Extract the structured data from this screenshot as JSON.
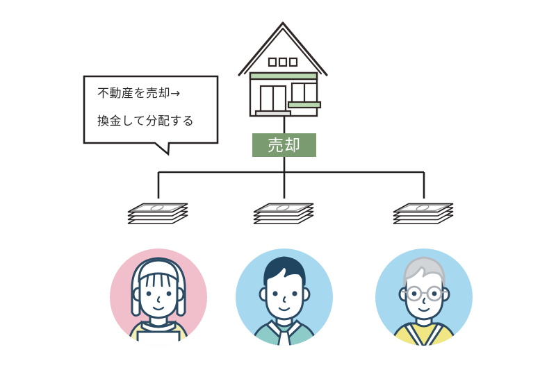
{
  "diagram": {
    "title": "real-estate-sale-distribution",
    "callout": {
      "line1": "不動産を売却→",
      "line2": "換金して分配する"
    },
    "badge": {
      "label": "売却"
    },
    "house": {
      "name": "house-illustration",
      "accent_color": "#b9d8b0",
      "outline_color": "#2e2725",
      "step_color": "#e4e4e4"
    },
    "money_stacks": [
      {
        "name": "money-stack-1",
        "label": ""
      },
      {
        "name": "money-stack-2",
        "label": ""
      },
      {
        "name": "money-stack-3",
        "label": ""
      }
    ],
    "heirs": [
      {
        "name": "heir-woman",
        "bg_color": "#f0bfcb",
        "hair_color": "#ffffff",
        "clothing_color": "#f5eeb4",
        "outline_color": "#2b4a63",
        "glasses": false
      },
      {
        "name": "heir-man",
        "bg_color": "#a6d9f0",
        "hair_color": "#1f4560",
        "clothing_color": "#8ccbc8",
        "outline_color": "#2b4a63",
        "glasses": false
      },
      {
        "name": "heir-elder",
        "bg_color": "#a6d9f0",
        "hair_color": "#d2d5d8",
        "clothing_color": "#f0e784",
        "outline_color": "#2b4a63",
        "glasses": true
      }
    ],
    "connector": {
      "name": "distribution-connector",
      "color": "#231f1f"
    },
    "colors": {
      "badge_green": "#7a9a70",
      "line": "#231f1f",
      "text": "#2b2b2b",
      "background": "#ffffff"
    }
  }
}
